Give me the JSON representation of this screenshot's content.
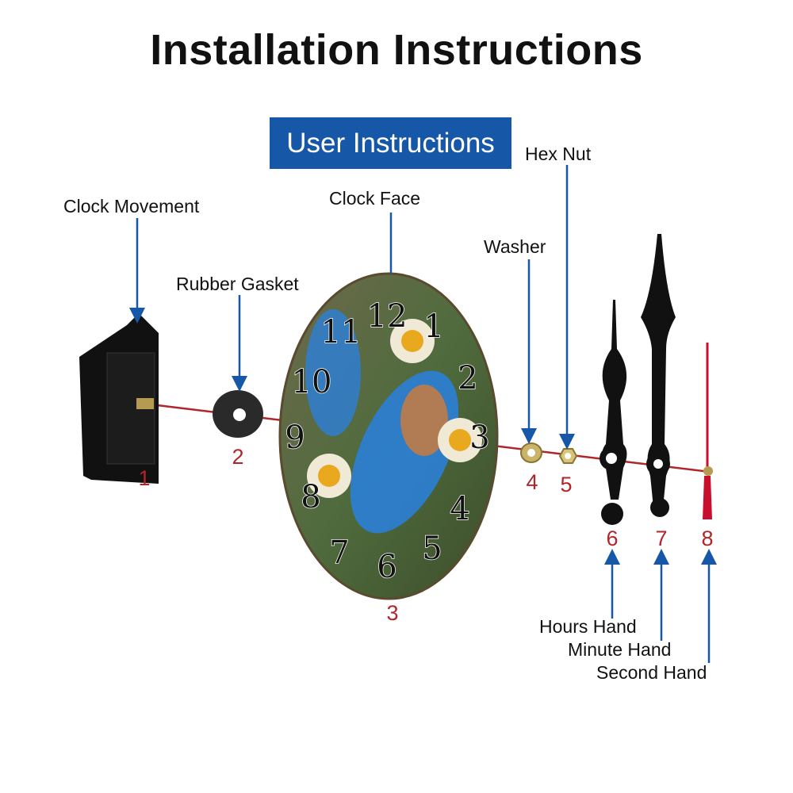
{
  "title": "Installation Instructions",
  "badge": "User Instructions",
  "parts": [
    {
      "number": "1",
      "label": "Clock Movement"
    },
    {
      "number": "2",
      "label": "Rubber Gasket"
    },
    {
      "number": "3",
      "label": "Clock Face"
    },
    {
      "number": "4",
      "label": "Washer"
    },
    {
      "number": "5",
      "label": "Hex Nut"
    },
    {
      "number": "6",
      "label": "Hours Hand"
    },
    {
      "number": "7",
      "label": "Minute Hand"
    },
    {
      "number": "8",
      "label": "Second Hand"
    }
  ],
  "clock_numerals": [
    "12",
    "1",
    "2",
    "3",
    "4",
    "5",
    "6",
    "7",
    "8",
    "9",
    "10",
    "11"
  ],
  "colors": {
    "badge": "#1757a8",
    "arrow": "#1757a8",
    "number": "#b0262a",
    "axis": "#b0262a"
  }
}
